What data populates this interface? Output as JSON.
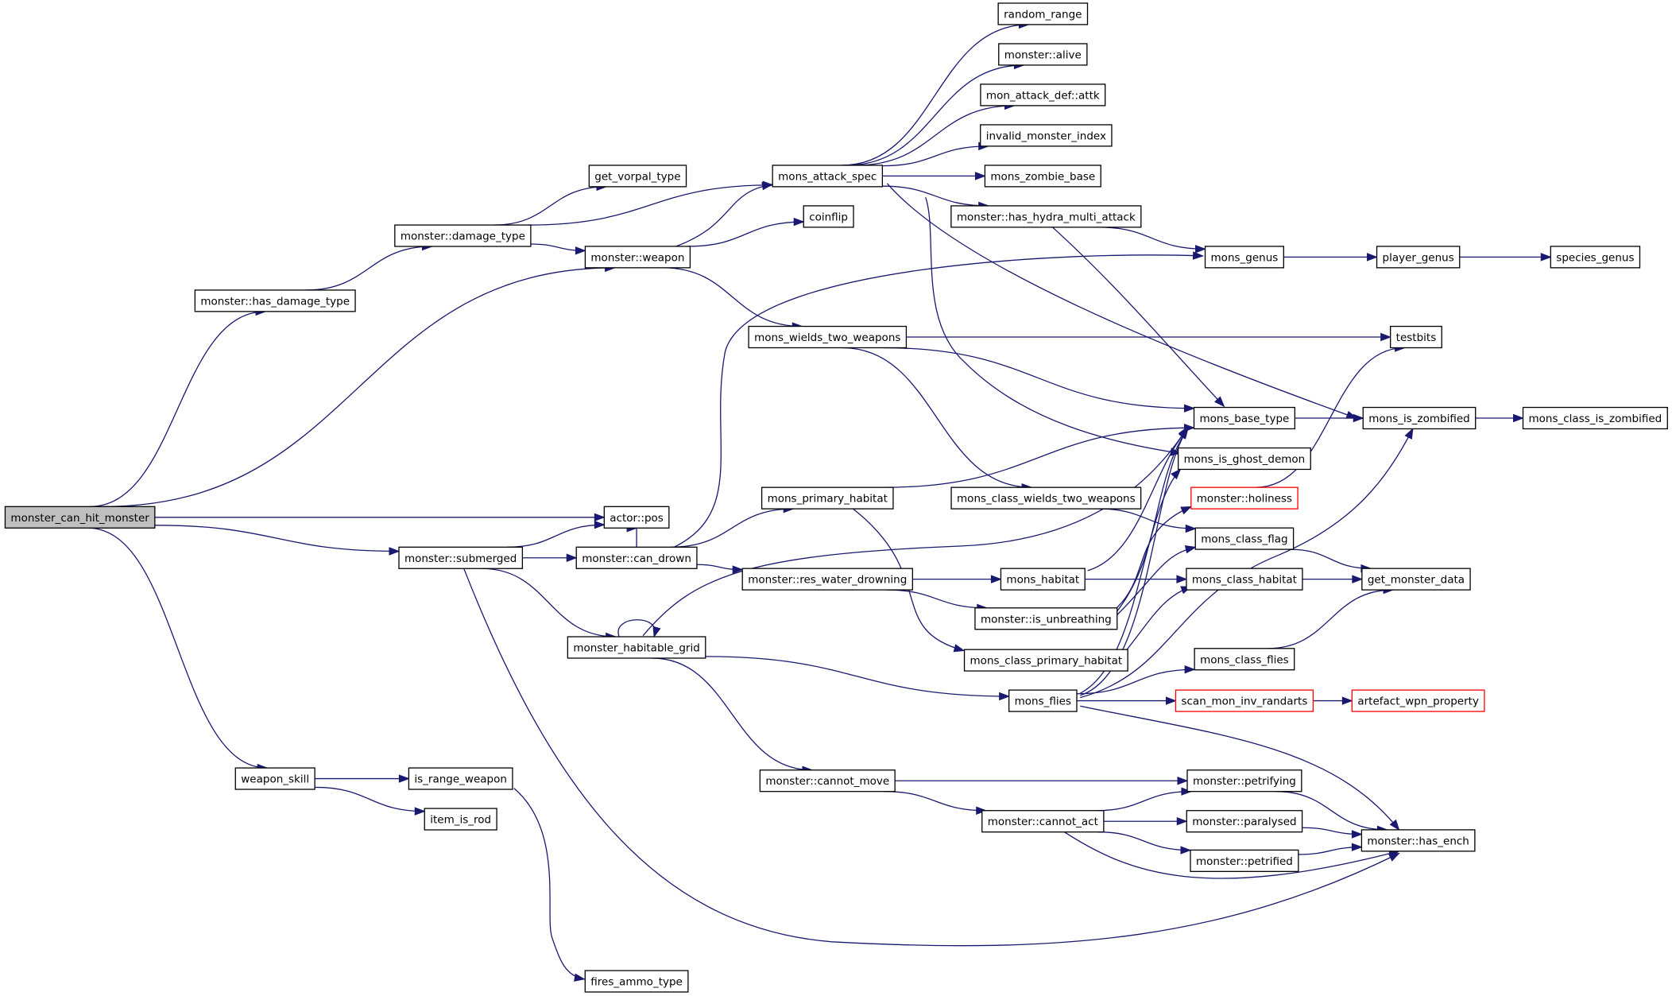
{
  "colors": {
    "edge": "#191970",
    "node_border": "#000000",
    "root_fill": "#bfbfbf",
    "red_border": "#ff0000"
  },
  "nodes": [
    {
      "id": "monster_can_hit_monster",
      "label": "monster_can_hit_monster",
      "kind": "root"
    },
    {
      "id": "has_damage_type",
      "label": "monster::has_damage_type"
    },
    {
      "id": "damage_type",
      "label": "monster::damage_type"
    },
    {
      "id": "get_vorpal_type",
      "label": "get_vorpal_type"
    },
    {
      "id": "mons_attack_spec",
      "label": "mons_attack_spec"
    },
    {
      "id": "random_range",
      "label": "random_range"
    },
    {
      "id": "alive",
      "label": "monster::alive"
    },
    {
      "id": "attk",
      "label": "mon_attack_def::attk"
    },
    {
      "id": "invalid_monster_index",
      "label": "invalid_monster_index"
    },
    {
      "id": "mons_zombie_base",
      "label": "mons_zombie_base"
    },
    {
      "id": "has_hydra_multi_attack",
      "label": "monster::has_hydra_multi_attack"
    },
    {
      "id": "weapon",
      "label": "monster::weapon"
    },
    {
      "id": "coinflip",
      "label": "coinflip"
    },
    {
      "id": "mons_genus",
      "label": "mons_genus"
    },
    {
      "id": "player_genus",
      "label": "player_genus"
    },
    {
      "id": "species_genus",
      "label": "species_genus"
    },
    {
      "id": "mons_wields_two_weapons",
      "label": "mons_wields_two_weapons"
    },
    {
      "id": "testbits",
      "label": "testbits"
    },
    {
      "id": "mons_base_type",
      "label": "mons_base_type"
    },
    {
      "id": "mons_is_zombified",
      "label": "mons_is_zombified"
    },
    {
      "id": "mons_class_is_zombified",
      "label": "mons_class_is_zombified"
    },
    {
      "id": "mons_is_ghost_demon",
      "label": "mons_is_ghost_demon"
    },
    {
      "id": "holiness",
      "label": "monster::holiness",
      "kind": "red"
    },
    {
      "id": "actor_pos",
      "label": "actor::pos"
    },
    {
      "id": "mons_primary_habitat",
      "label": "mons_primary_habitat"
    },
    {
      "id": "mons_class_wields_two_weapons",
      "label": "mons_class_wields_two_weapons"
    },
    {
      "id": "mons_class_flag",
      "label": "mons_class_flag"
    },
    {
      "id": "submerged",
      "label": "monster::submerged"
    },
    {
      "id": "can_drown",
      "label": "monster::can_drown"
    },
    {
      "id": "res_water_drowning",
      "label": "monster::res_water_drowning"
    },
    {
      "id": "mons_habitat",
      "label": "mons_habitat"
    },
    {
      "id": "mons_class_habitat",
      "label": "mons_class_habitat"
    },
    {
      "id": "get_monster_data",
      "label": "get_monster_data"
    },
    {
      "id": "is_unbreathing",
      "label": "monster::is_unbreathing"
    },
    {
      "id": "monster_habitable_grid",
      "label": "monster_habitable_grid"
    },
    {
      "id": "mons_class_primary_habitat",
      "label": "mons_class_primary_habitat"
    },
    {
      "id": "mons_class_flies",
      "label": "mons_class_flies"
    },
    {
      "id": "mons_flies",
      "label": "mons_flies"
    },
    {
      "id": "scan_mon_inv_randarts",
      "label": "scan_mon_inv_randarts",
      "kind": "red"
    },
    {
      "id": "artefact_wpn_property",
      "label": "artefact_wpn_property",
      "kind": "red"
    },
    {
      "id": "weapon_skill",
      "label": "weapon_skill"
    },
    {
      "id": "is_range_weapon",
      "label": "is_range_weapon"
    },
    {
      "id": "item_is_rod",
      "label": "item_is_rod"
    },
    {
      "id": "cannot_move",
      "label": "monster::cannot_move"
    },
    {
      "id": "petrifying",
      "label": "monster::petrifying"
    },
    {
      "id": "cannot_act",
      "label": "monster::cannot_act"
    },
    {
      "id": "paralysed",
      "label": "monster::paralysed"
    },
    {
      "id": "has_ench",
      "label": "monster::has_ench"
    },
    {
      "id": "petrified",
      "label": "monster::petrified"
    },
    {
      "id": "fires_ammo_type",
      "label": "fires_ammo_type"
    }
  ],
  "edges": [
    [
      "monster_can_hit_monster",
      "has_damage_type"
    ],
    [
      "monster_can_hit_monster",
      "weapon"
    ],
    [
      "monster_can_hit_monster",
      "actor_pos"
    ],
    [
      "monster_can_hit_monster",
      "submerged"
    ],
    [
      "monster_can_hit_monster",
      "weapon_skill"
    ],
    [
      "has_damage_type",
      "damage_type"
    ],
    [
      "damage_type",
      "get_vorpal_type"
    ],
    [
      "damage_type",
      "mons_attack_spec"
    ],
    [
      "damage_type",
      "weapon"
    ],
    [
      "mons_attack_spec",
      "random_range"
    ],
    [
      "mons_attack_spec",
      "alive"
    ],
    [
      "mons_attack_spec",
      "attk"
    ],
    [
      "mons_attack_spec",
      "invalid_monster_index"
    ],
    [
      "mons_attack_spec",
      "mons_zombie_base"
    ],
    [
      "mons_attack_spec",
      "has_hydra_multi_attack"
    ],
    [
      "mons_attack_spec",
      "mons_is_zombified"
    ],
    [
      "mons_attack_spec",
      "mons_is_ghost_demon"
    ],
    [
      "weapon",
      "mons_attack_spec"
    ],
    [
      "weapon",
      "coinflip"
    ],
    [
      "weapon",
      "mons_wields_two_weapons"
    ],
    [
      "has_hydra_multi_attack",
      "mons_genus"
    ],
    [
      "has_hydra_multi_attack",
      "mons_base_type"
    ],
    [
      "mons_genus",
      "player_genus"
    ],
    [
      "player_genus",
      "species_genus"
    ],
    [
      "mons_wields_two_weapons",
      "testbits"
    ],
    [
      "mons_wields_two_weapons",
      "mons_base_type"
    ],
    [
      "mons_wields_two_weapons",
      "mons_class_wields_two_weapons"
    ],
    [
      "mons_base_type",
      "mons_is_zombified"
    ],
    [
      "mons_is_zombified",
      "mons_class_is_zombified"
    ],
    [
      "holiness",
      "testbits"
    ],
    [
      "submerged",
      "actor_pos"
    ],
    [
      "submerged",
      "can_drown"
    ],
    [
      "submerged",
      "monster_habitable_grid"
    ],
    [
      "submerged",
      "has_ench"
    ],
    [
      "can_drown",
      "actor_pos"
    ],
    [
      "can_drown",
      "mons_primary_habitat"
    ],
    [
      "can_drown",
      "res_water_drowning"
    ],
    [
      "can_drown",
      "mons_genus"
    ],
    [
      "mons_primary_habitat",
      "mons_base_type"
    ],
    [
      "mons_primary_habitat",
      "mons_class_primary_habitat"
    ],
    [
      "mons_class_wields_two_weapons",
      "mons_class_flag"
    ],
    [
      "res_water_drowning",
      "mons_habitat"
    ],
    [
      "res_water_drowning",
      "is_unbreathing"
    ],
    [
      "mons_habitat",
      "mons_base_type"
    ],
    [
      "mons_habitat",
      "mons_class_habitat"
    ],
    [
      "is_unbreathing",
      "holiness"
    ],
    [
      "is_unbreathing",
      "mons_base_type"
    ],
    [
      "is_unbreathing",
      "mons_class_flag"
    ],
    [
      "mons_class_flag",
      "get_monster_data"
    ],
    [
      "mons_class_habitat",
      "get_monster_data"
    ],
    [
      "monster_habitable_grid",
      "monster_habitable_grid"
    ],
    [
      "monster_habitable_grid",
      "mons_base_type"
    ],
    [
      "monster_habitable_grid",
      "mons_flies"
    ],
    [
      "monster_habitable_grid",
      "cannot_move"
    ],
    [
      "mons_class_primary_habitat",
      "mons_class_habitat"
    ],
    [
      "mons_flies",
      "mons_base_type"
    ],
    [
      "mons_flies",
      "mons_is_zombified"
    ],
    [
      "mons_flies",
      "mons_is_ghost_demon"
    ],
    [
      "mons_flies",
      "mons_class_flies"
    ],
    [
      "mons_flies",
      "scan_mon_inv_randarts"
    ],
    [
      "mons_flies",
      "has_ench"
    ],
    [
      "mons_class_flies",
      "get_monster_data"
    ],
    [
      "scan_mon_inv_randarts",
      "artefact_wpn_property"
    ],
    [
      "weapon_skill",
      "is_range_weapon"
    ],
    [
      "weapon_skill",
      "item_is_rod"
    ],
    [
      "is_range_weapon",
      "fires_ammo_type"
    ],
    [
      "cannot_move",
      "petrifying"
    ],
    [
      "cannot_move",
      "cannot_act"
    ],
    [
      "cannot_act",
      "petrifying"
    ],
    [
      "cannot_act",
      "paralysed"
    ],
    [
      "cannot_act",
      "petrified"
    ],
    [
      "cannot_act",
      "has_ench"
    ],
    [
      "petrifying",
      "has_ench"
    ],
    [
      "paralysed",
      "has_ench"
    ],
    [
      "petrified",
      "has_ench"
    ]
  ]
}
